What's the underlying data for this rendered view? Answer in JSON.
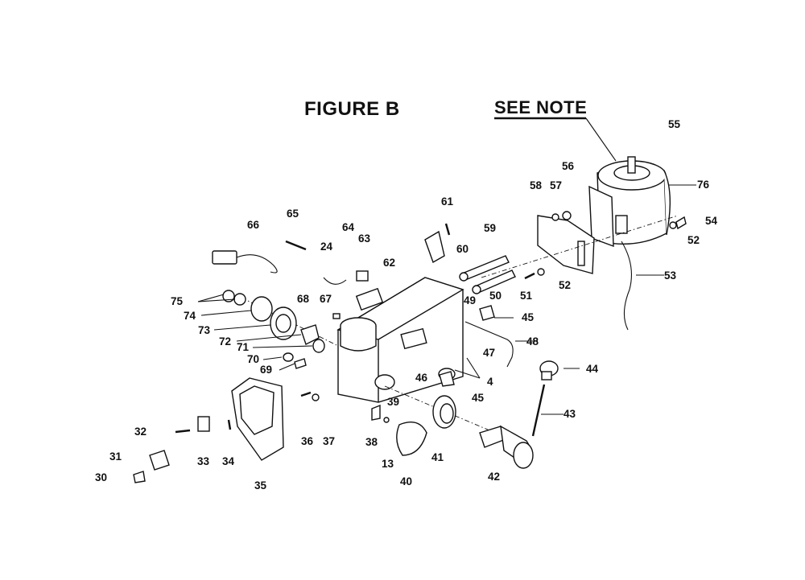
{
  "title": "FIGURE B",
  "note_label": "SEE NOTE",
  "part_labels": [
    "4",
    "13",
    "24",
    "30",
    "31",
    "32",
    "33",
    "34",
    "35",
    "36",
    "37",
    "38",
    "39",
    "40",
    "41",
    "42",
    "43",
    "44",
    "45",
    "45",
    "46",
    "47",
    "48",
    "49",
    "50",
    "51",
    "52",
    "52",
    "53",
    "54",
    "55",
    "56",
    "57",
    "58",
    "59",
    "60",
    "61",
    "62",
    "63",
    "64",
    "65",
    "66",
    "67",
    "68",
    "69",
    "70",
    "71",
    "72",
    "73",
    "74",
    "75",
    "76"
  ]
}
